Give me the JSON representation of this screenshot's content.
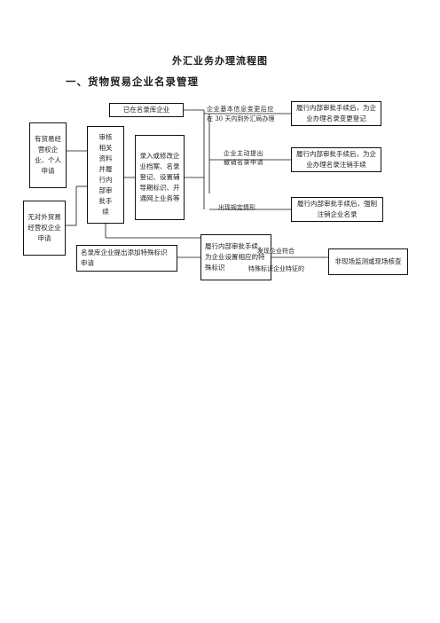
{
  "title": "外汇业务办理流程图",
  "section": "一、货物贸易企业名录管理",
  "nodes": {
    "applicant_with_rights": "有贸易经营权企业、个人申请",
    "applicant_without_rights": "无对外贸易经营权企业申请",
    "review": "审核相关资料并履行内部审批手续",
    "register": "录入或修改企业档案、名录登记、设置辅导期标识、开通网上业务等",
    "in_directory": "已在名录库企业",
    "change_done": "履行内部审批手续后，为企业办理名录变更登记",
    "cancel_done": "履行内部审批手续后，为企业办理名录注销手续",
    "force_cancel": "履行内部审批手续后，强制注销企业名录",
    "special_apply": "名录库企业提出添加特殊标识申请",
    "set_special": "履行内部审批手续，为企业设置相应的特殊标识",
    "inspection": "非现场监测或现场核查"
  },
  "edges": {
    "change_line1": "企业基本信息变更后应",
    "change_line2": "在 30 天内到外汇局办理",
    "cancel_line1": "企业主动提出",
    "cancel_line2": "撤销名录申请",
    "force_line": "出现规定情形",
    "detect_line1": "发现企业符合",
    "detect_line2": "特殊标识企业特征的"
  },
  "colors": {
    "line": "#111111",
    "text": "#222222"
  }
}
